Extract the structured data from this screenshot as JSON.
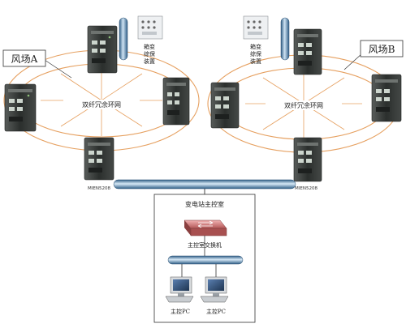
{
  "wind_farm_a": {
    "label": "风场A",
    "ring_label": "双纤冗余环网"
  },
  "wind_farm_b": {
    "label": "风场B",
    "ring_label": "双纤冗余环网"
  },
  "substation_protection_a": {
    "lines": [
      "箱变",
      "综保",
      "装置"
    ]
  },
  "substation_protection_b": {
    "lines": [
      "箱变",
      "综保",
      "装置"
    ]
  },
  "switch_a_uplink": {
    "model": "MIEN5208"
  },
  "switch_b_uplink": {
    "model": "MIEN5208"
  },
  "control_room": {
    "title": "变电站主控室",
    "core_switch_label": "主控室交换机",
    "pcs": [
      {
        "label": "主控PC"
      },
      {
        "label": "主控PC"
      }
    ]
  }
}
